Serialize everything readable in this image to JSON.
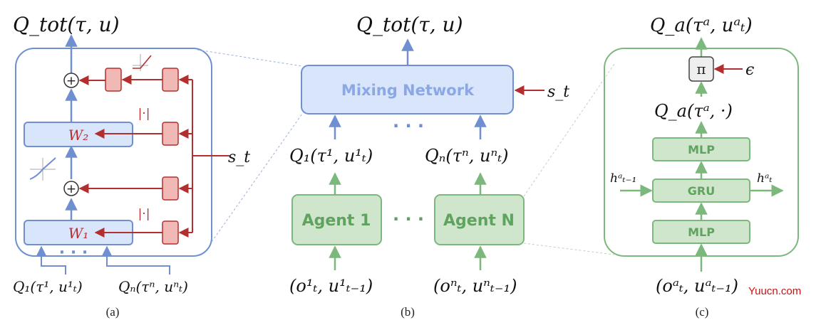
{
  "panel_a": {
    "output": "Q_tot(τ, u)",
    "w2_label": "W₂",
    "w1_label": "W₁",
    "abs_label_top": "|·|",
    "abs_label_bottom": "|·|",
    "state_label": "s_t",
    "plus_symbol": "+",
    "input_left": "Q₁(τ¹, u¹ₜ)",
    "input_right": "Qₙ(τⁿ, uⁿₜ)",
    "caption": "(a)"
  },
  "panel_b": {
    "output": "Q_tot(τ, u)",
    "mixing_label": "Mixing Network",
    "state_label": "s_t",
    "q1_label": "Q₁(τ¹, u¹ₜ)",
    "qn_label": "Qₙ(τⁿ, uⁿₜ)",
    "agent1_label": "Agent 1",
    "agentn_label": "Agent N",
    "obs1_label": "(o¹ₜ, u¹ₜ₋₁)",
    "obsn_label": "(oⁿₜ, uⁿₜ₋₁)",
    "caption": "(b)"
  },
  "panel_c": {
    "output": "Q_a(τᵃ, uᵃₜ)",
    "pi_label": "π",
    "epsilon_label": "ϵ",
    "qa_label": "Q_a(τᵃ, ·)",
    "mlp_top_label": "MLP",
    "gru_label": "GRU",
    "mlp_bottom_label": "MLP",
    "h_in_label": "hᵃₜ₋₁",
    "h_out_label": "hᵃₜ",
    "input_label": "(oᵃₜ, uᵃₜ₋₁)",
    "caption": "(c)"
  },
  "watermark": "Yuucn.com",
  "colors": {
    "blue_line": "#6f8fd0",
    "blue_fill": "#d9e5fb",
    "red_line": "#b32f2f",
    "red_fill": "#f2b8b5",
    "green_line": "#7cb87c",
    "green_fill": "#cfe5cc",
    "gray_dash": "#9ab0d8"
  }
}
